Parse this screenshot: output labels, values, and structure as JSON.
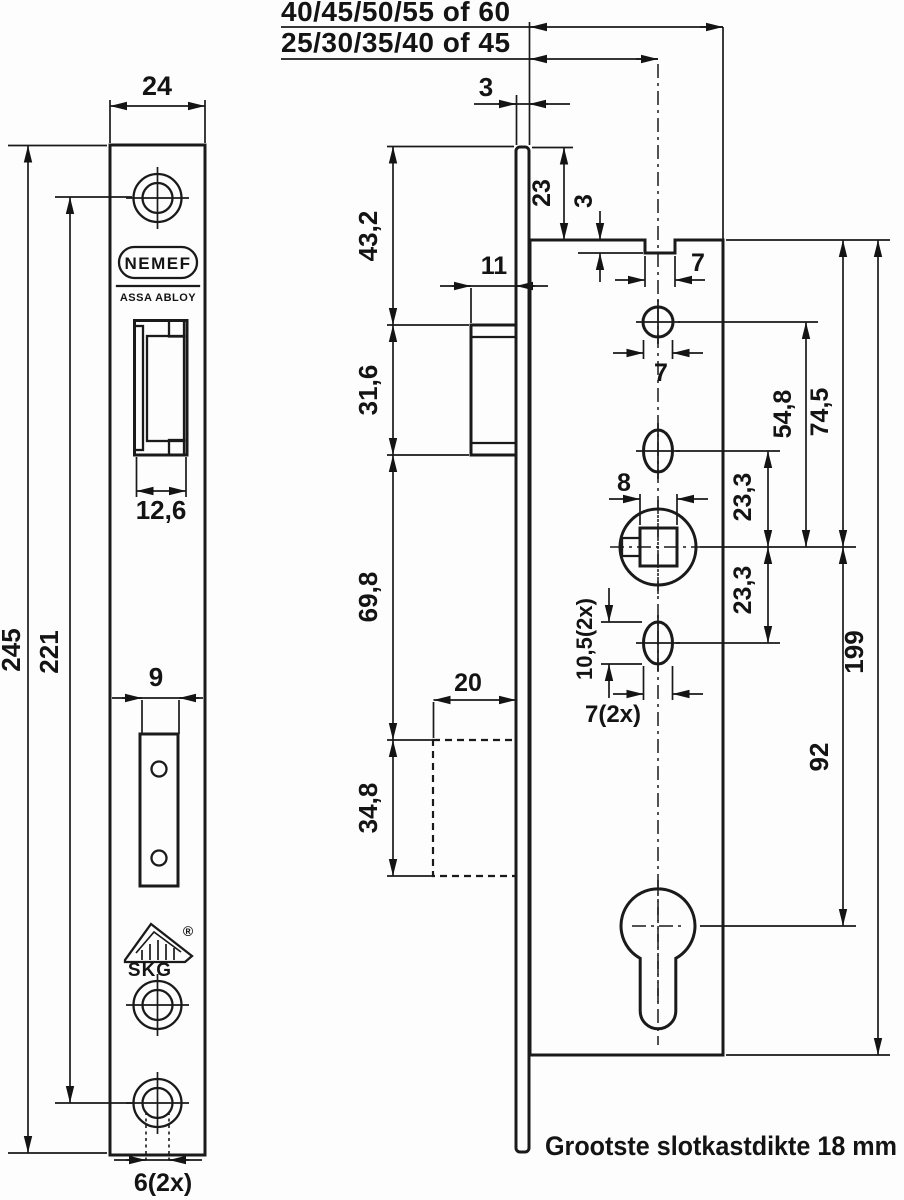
{
  "drawing": {
    "top": {
      "depth_options": "40/45/50/55 of 60",
      "backset_options": "25/30/35/40 of 45",
      "plate_thickness": "3"
    },
    "faceplate": {
      "width": "24",
      "length": "245",
      "hole_spacing": "221",
      "latch_width": "12,6",
      "slot_width": "9",
      "screw_dia": "6(2x)",
      "brand": "NEMEF",
      "brand_group": "ASSA ABLOY",
      "cert": "SKG",
      "cert_reg": "®"
    },
    "side": {
      "top_to_latch": "43,2",
      "latch_height": "31,6",
      "latch_to_box": "69,8",
      "box_height": "34,8",
      "latch_protrusion": "11",
      "box_depth": "20",
      "case_offset": "23"
    },
    "case": {
      "notch_depth": "3",
      "notch_width": "7",
      "hole_dia": "7",
      "hole_to_spindle": "54,8",
      "top_to_spindle": "74,5",
      "spindle_square": "8",
      "spindle_to_upper_oval": "23,3",
      "spindle_to_lower_oval": "23,3",
      "oval_length": "10,5(2x)",
      "oval_width": "7(2x)",
      "spindle_to_cylinder": "92",
      "case_length": "199"
    },
    "note": "Grootste slotkastdikte 18 mm"
  }
}
